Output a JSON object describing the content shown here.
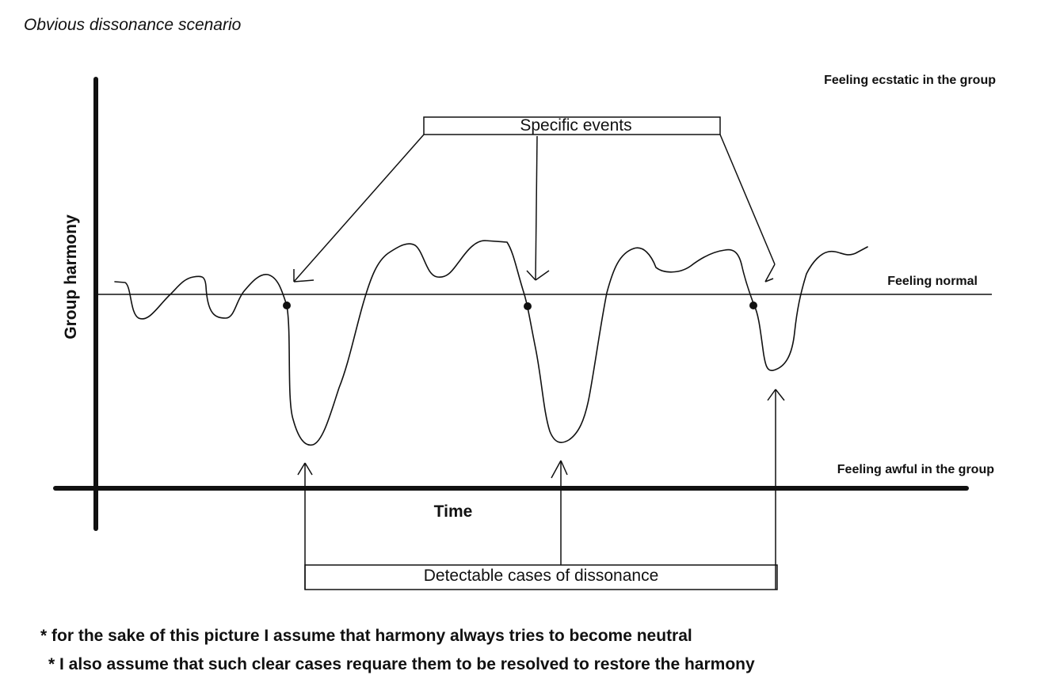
{
  "title": "Obvious dissonance scenario",
  "y_axis_label": "Group harmony",
  "x_axis_label": "Time",
  "levels": {
    "top": "Feeling ecstatic in the group",
    "middle": "Feeling normal",
    "bottom": "Feeling awful in the group"
  },
  "events_label": "Specific events",
  "dissonance_label": "Detectable cases of dissonance",
  "notes": [
    "* for the sake of this picture I assume that harmony always tries to become neutral",
    "* I also assume that such clear cases requare them to be resolved to restore the harmony"
  ],
  "colors": {
    "ink": "#111111",
    "background": "#ffffff"
  }
}
